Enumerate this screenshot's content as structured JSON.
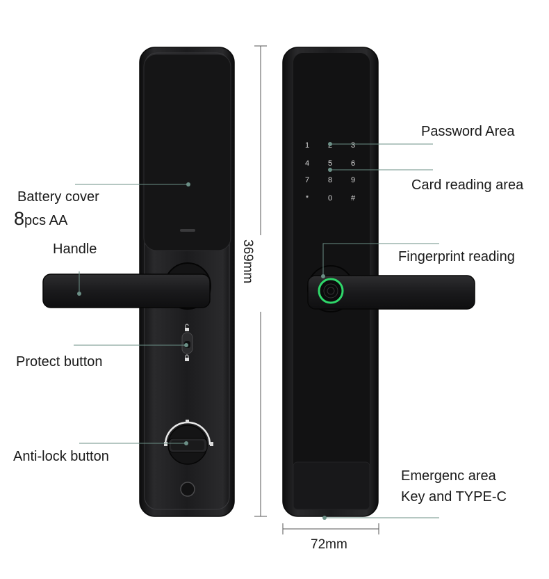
{
  "labels": {
    "battery_cover": "Battery cover",
    "battery_count_prefix": "8",
    "battery_count_suffix": "pcs AA",
    "handle": "Handle",
    "protect_button": "Protect button",
    "anti_lock_button": "Anti-lock button",
    "password_area": "Password Area",
    "card_reading_area": "Card reading area",
    "fingerprint_reading": "Fingerprint reading",
    "emergency_area_line1": "Emergenc area",
    "emergency_area_line2": "Key and TYPE-C"
  },
  "dimensions": {
    "height": "369mm",
    "width": "72mm"
  },
  "keypad": {
    "keys": [
      "1",
      "2",
      "3",
      "4",
      "5",
      "6",
      "7",
      "8",
      "9",
      "*",
      "0",
      "#"
    ]
  },
  "colors": {
    "lock_body": "#1b1b1d",
    "leader_line": "#6b8f86",
    "fingerprint_ring": "#2fd86a"
  },
  "icons": [
    "lock-open-icon",
    "lock-closed-icon",
    "fingerprint-icon",
    "keyhole-icon"
  ]
}
